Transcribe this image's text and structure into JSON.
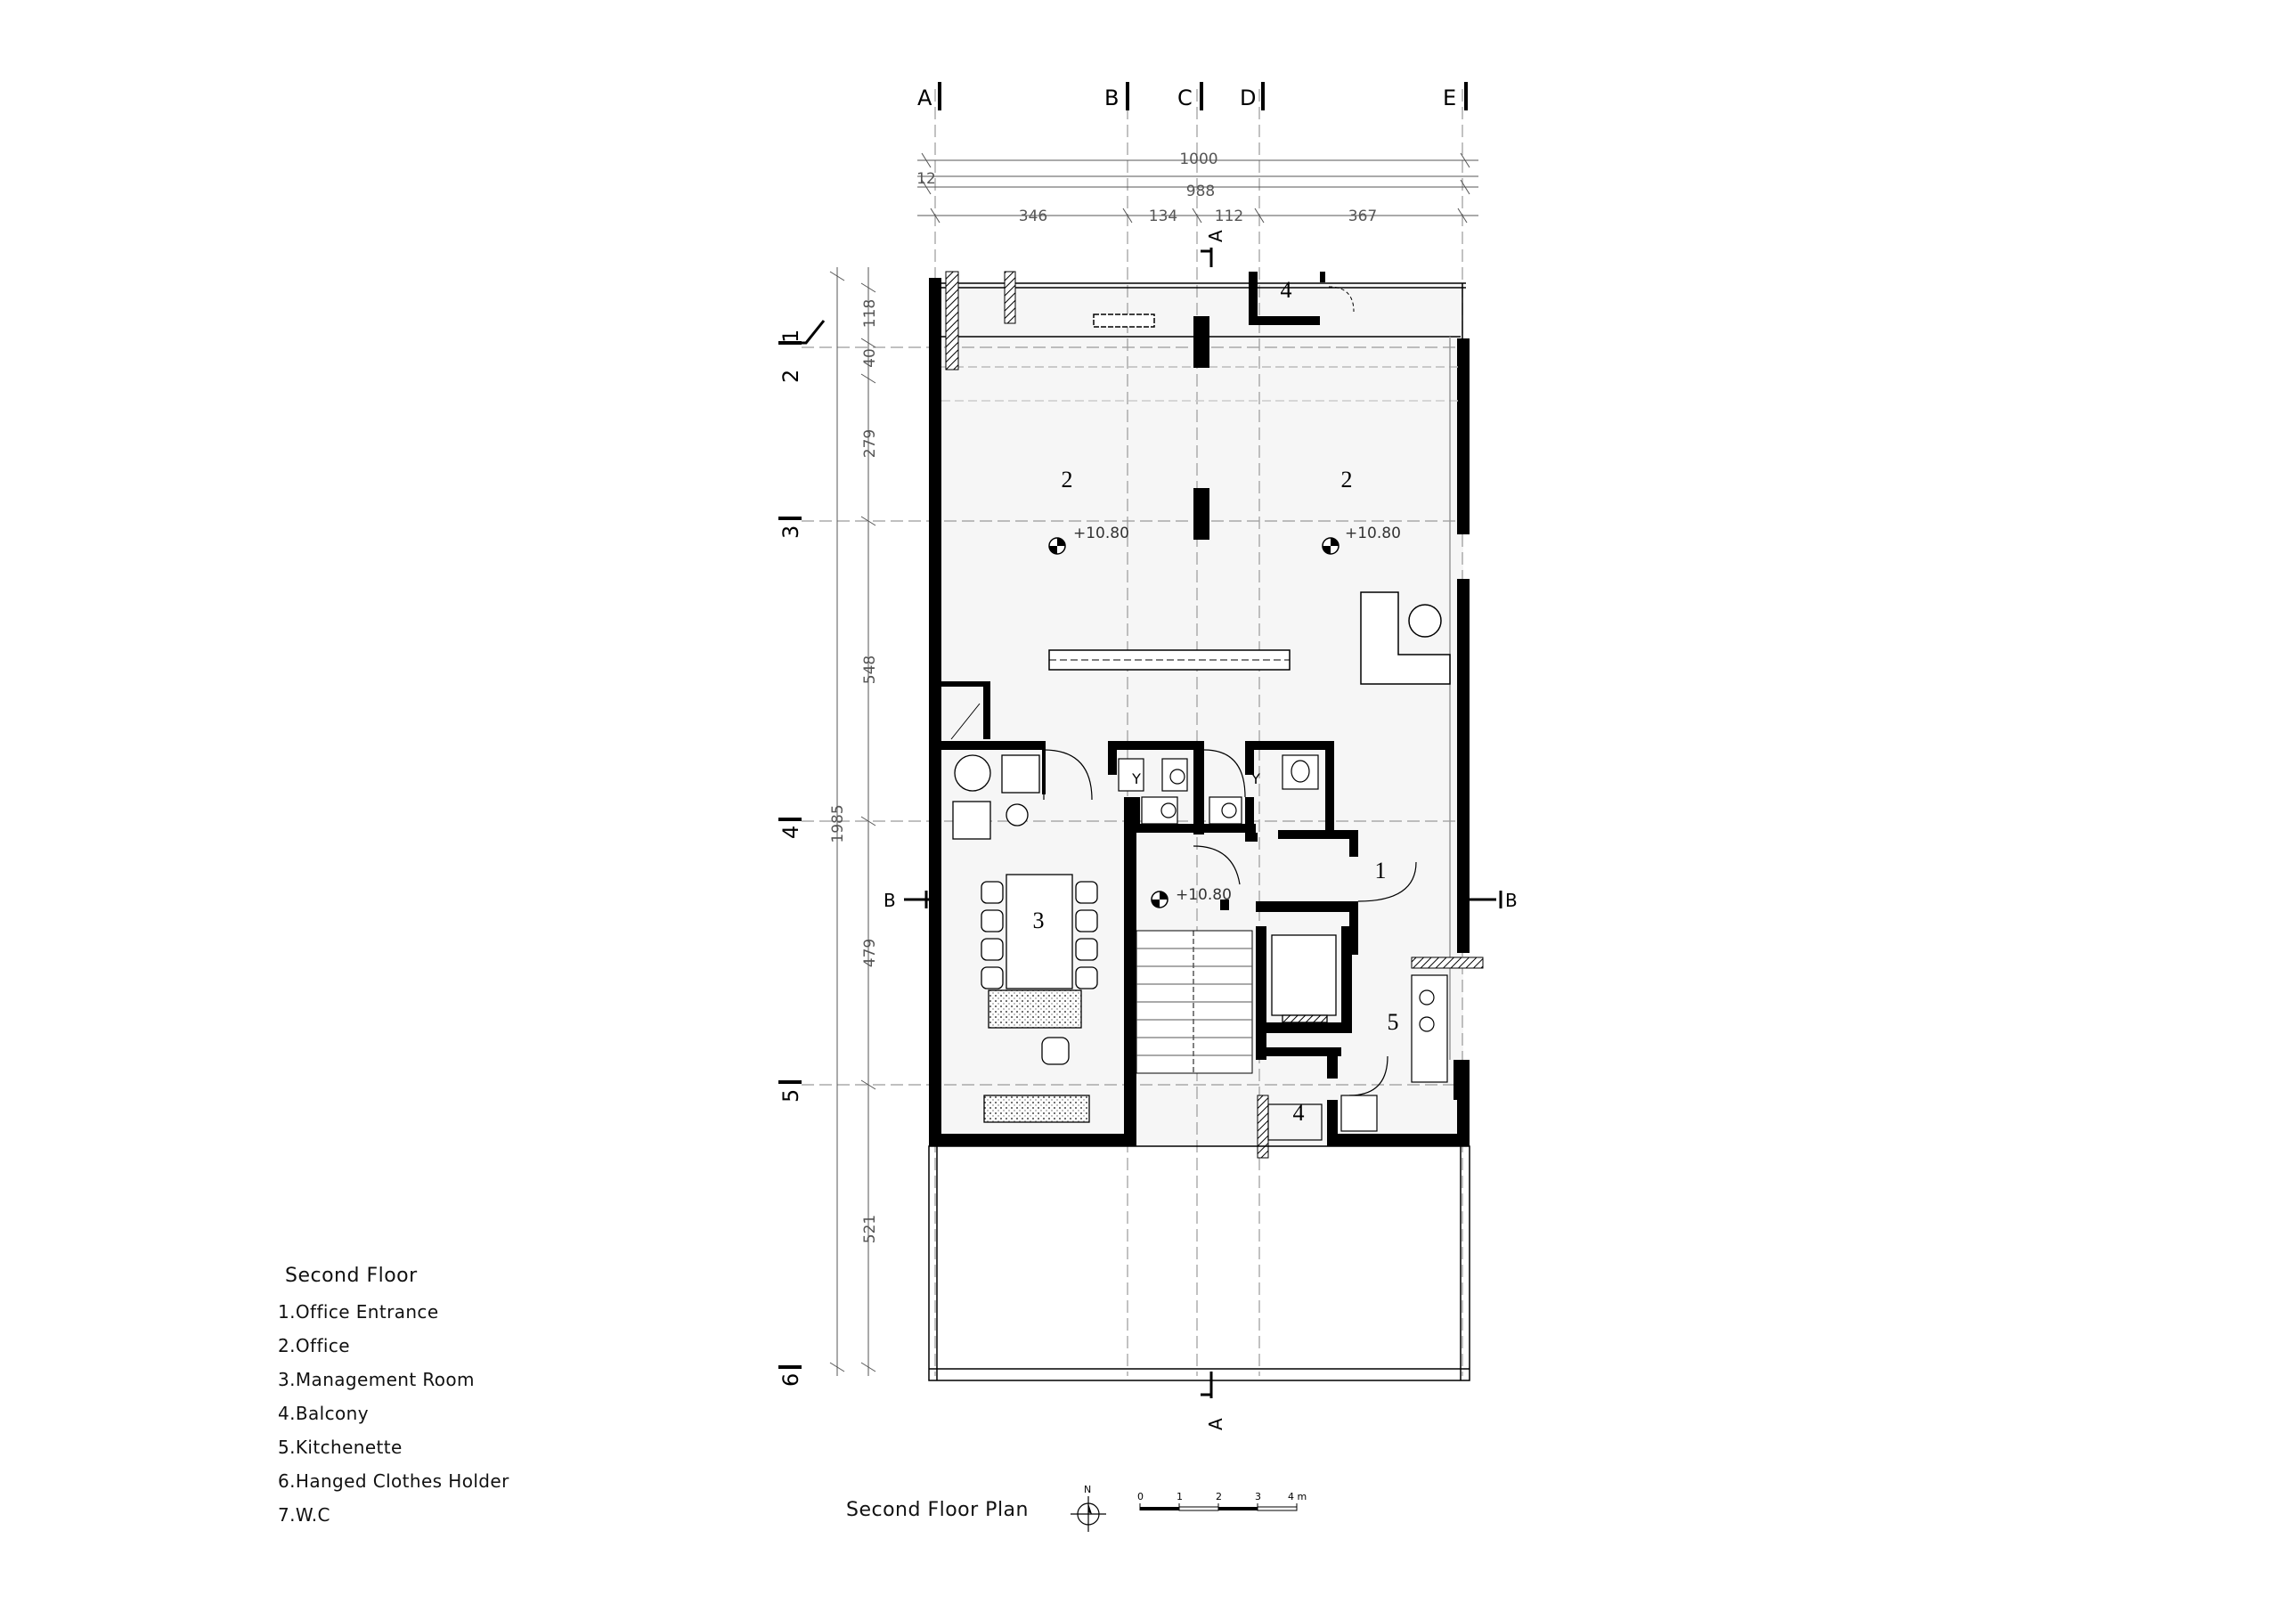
{
  "grid": {
    "columns": [
      "A",
      "B",
      "C",
      "D",
      "E"
    ],
    "rows": [
      "1",
      "2",
      "3",
      "4",
      "5",
      "6"
    ]
  },
  "dimensions": {
    "top_total": "1000",
    "top_inner": "988",
    "top_offset": "12",
    "top_segments": [
      "346",
      "134",
      "112",
      "367"
    ],
    "left_total": "1985",
    "left_segments": [
      "118",
      "40",
      "279",
      "548",
      "479",
      "521"
    ]
  },
  "section_marks": {
    "vertical": "A",
    "horizontal": "B"
  },
  "rooms": [
    {
      "num": "2"
    },
    {
      "num": "2"
    },
    {
      "num": "1"
    },
    {
      "num": "3"
    },
    {
      "num": "4"
    },
    {
      "num": "4"
    },
    {
      "num": "5"
    }
  ],
  "levels": [
    "+10.80",
    "+10.80",
    "+10.80"
  ],
  "plan_title": "Second Floor Plan",
  "north_label": "N",
  "scale_bar": {
    "labels": [
      "0",
      "1",
      "2",
      "3",
      "4 m"
    ]
  },
  "legend": {
    "title": "Second Floor",
    "items": [
      "1.Office Entrance",
      "2.Office",
      "3.Management Room",
      "4.Balcony",
      "5.Kitchenette",
      "6.Hanged Clothes Holder",
      "7.W.C"
    ]
  },
  "colors": {
    "wall": "#000000",
    "guide": "#999999",
    "floor": "#f5f5f5"
  }
}
